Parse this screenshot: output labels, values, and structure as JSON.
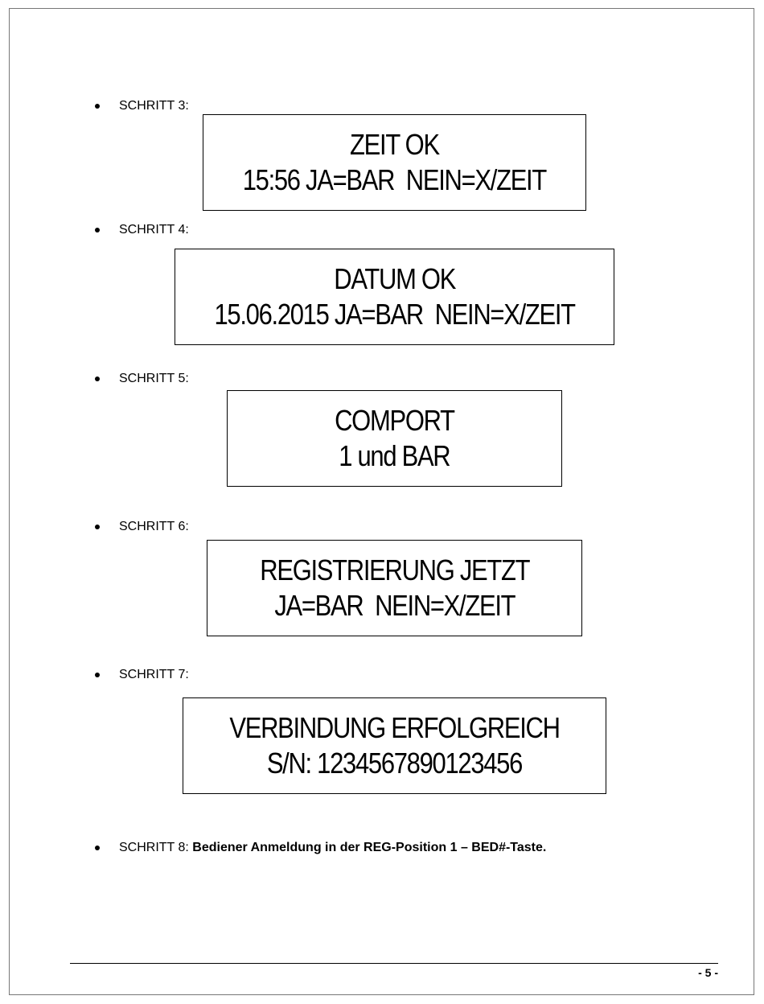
{
  "steps": [
    {
      "label": "SCHRITT 3:",
      "line1": "ZEIT OK",
      "line2": "15:56 JA=BAR  NEIN=X/ZEIT"
    },
    {
      "label": "SCHRITT 4:",
      "line1": "DATUM OK",
      "line2": "15.06.2015 JA=BAR  NEIN=X/ZEIT"
    },
    {
      "label": "SCHRITT 5:",
      "line1": "COMPORT",
      "line2": "1 und BAR"
    },
    {
      "label": "SCHRITT 6:",
      "line1": "REGISTRIERUNG JETZT",
      "line2": "JA=BAR  NEIN=X/ZEIT"
    },
    {
      "label": "SCHRITT 7:",
      "line1": "VERBINDUNG ERFOLGREICH",
      "line2": "S/N: 1234567890123456"
    }
  ],
  "step8": {
    "label": "SCHRITT 8:",
    "text": "Bediener Anmeldung in der REG-Position 1 – BED#-Taste."
  },
  "footer": {
    "page_number": "- 5 -"
  }
}
